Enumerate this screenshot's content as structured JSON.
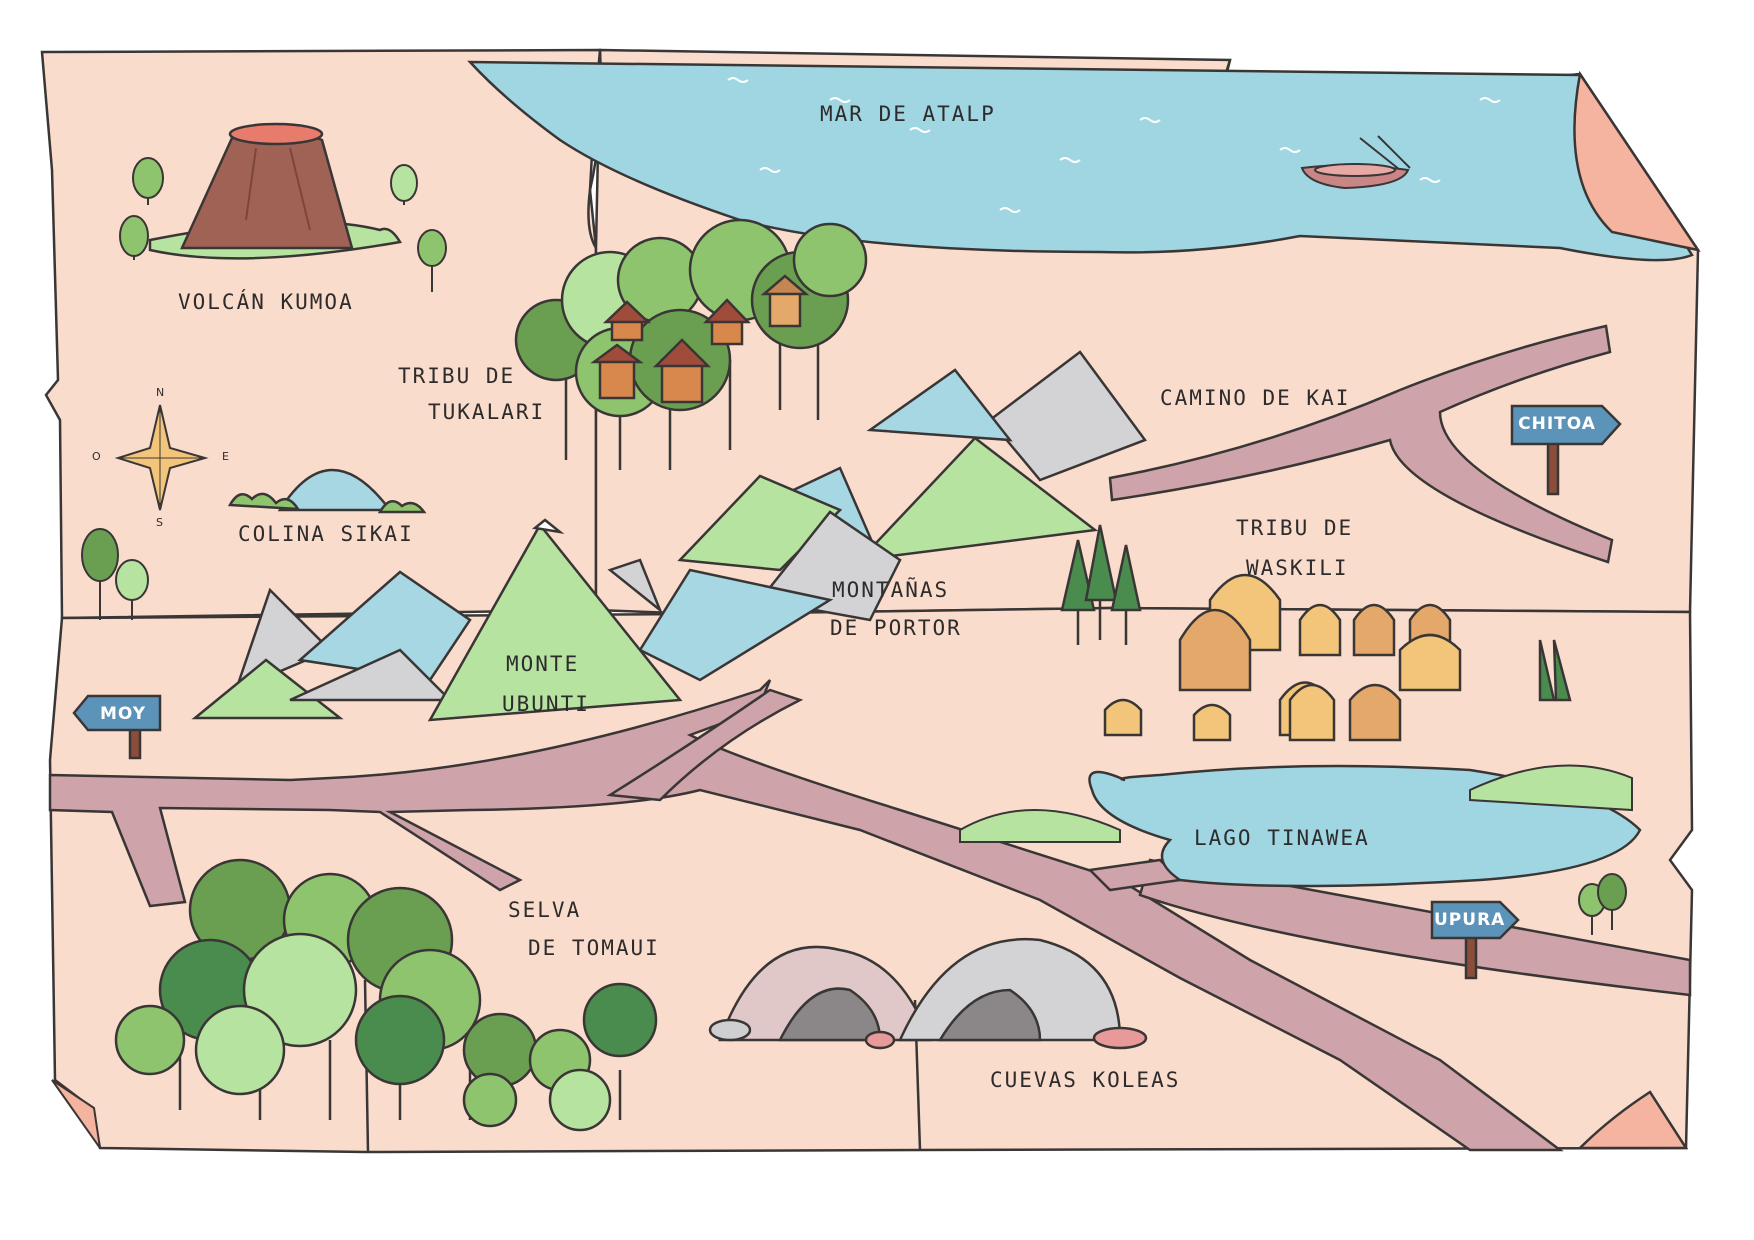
{
  "map": {
    "labels": {
      "sea": "MAR DE ATALP",
      "volcano": "VOLCÁN KUMOA",
      "tribe_tukalari_1": "TRIBU DE",
      "tribe_tukalari_2": "TUKALARI",
      "hill": "COLINA SIKAI",
      "path_kai": "CAMINO DE KAI",
      "tribe_waskili_1": "TRIBU DE",
      "tribe_waskili_2": "WASKILI",
      "mountains_1": "MONTAÑAS",
      "mountains_2": "DE PORTOR",
      "mount_1": "MONTE",
      "mount_2": "UBUNTI",
      "lake": "LAGO TINAWEA",
      "jungle_1": "SELVA",
      "jungle_2": "DE TOMAUI",
      "caves": "CUEVAS KOLEAS"
    },
    "signs": {
      "chitoa": "CHITOA",
      "moy": "MOY",
      "upura": "UPURA"
    },
    "compass": {
      "n": "N",
      "s": "S",
      "e": "E",
      "w": "O"
    }
  },
  "colors": {
    "parchment": "#f9dccb",
    "sea": "#9fd6e2",
    "road": "#cea3a9",
    "sign": "#5c93b9",
    "outline": "#3a3636"
  }
}
